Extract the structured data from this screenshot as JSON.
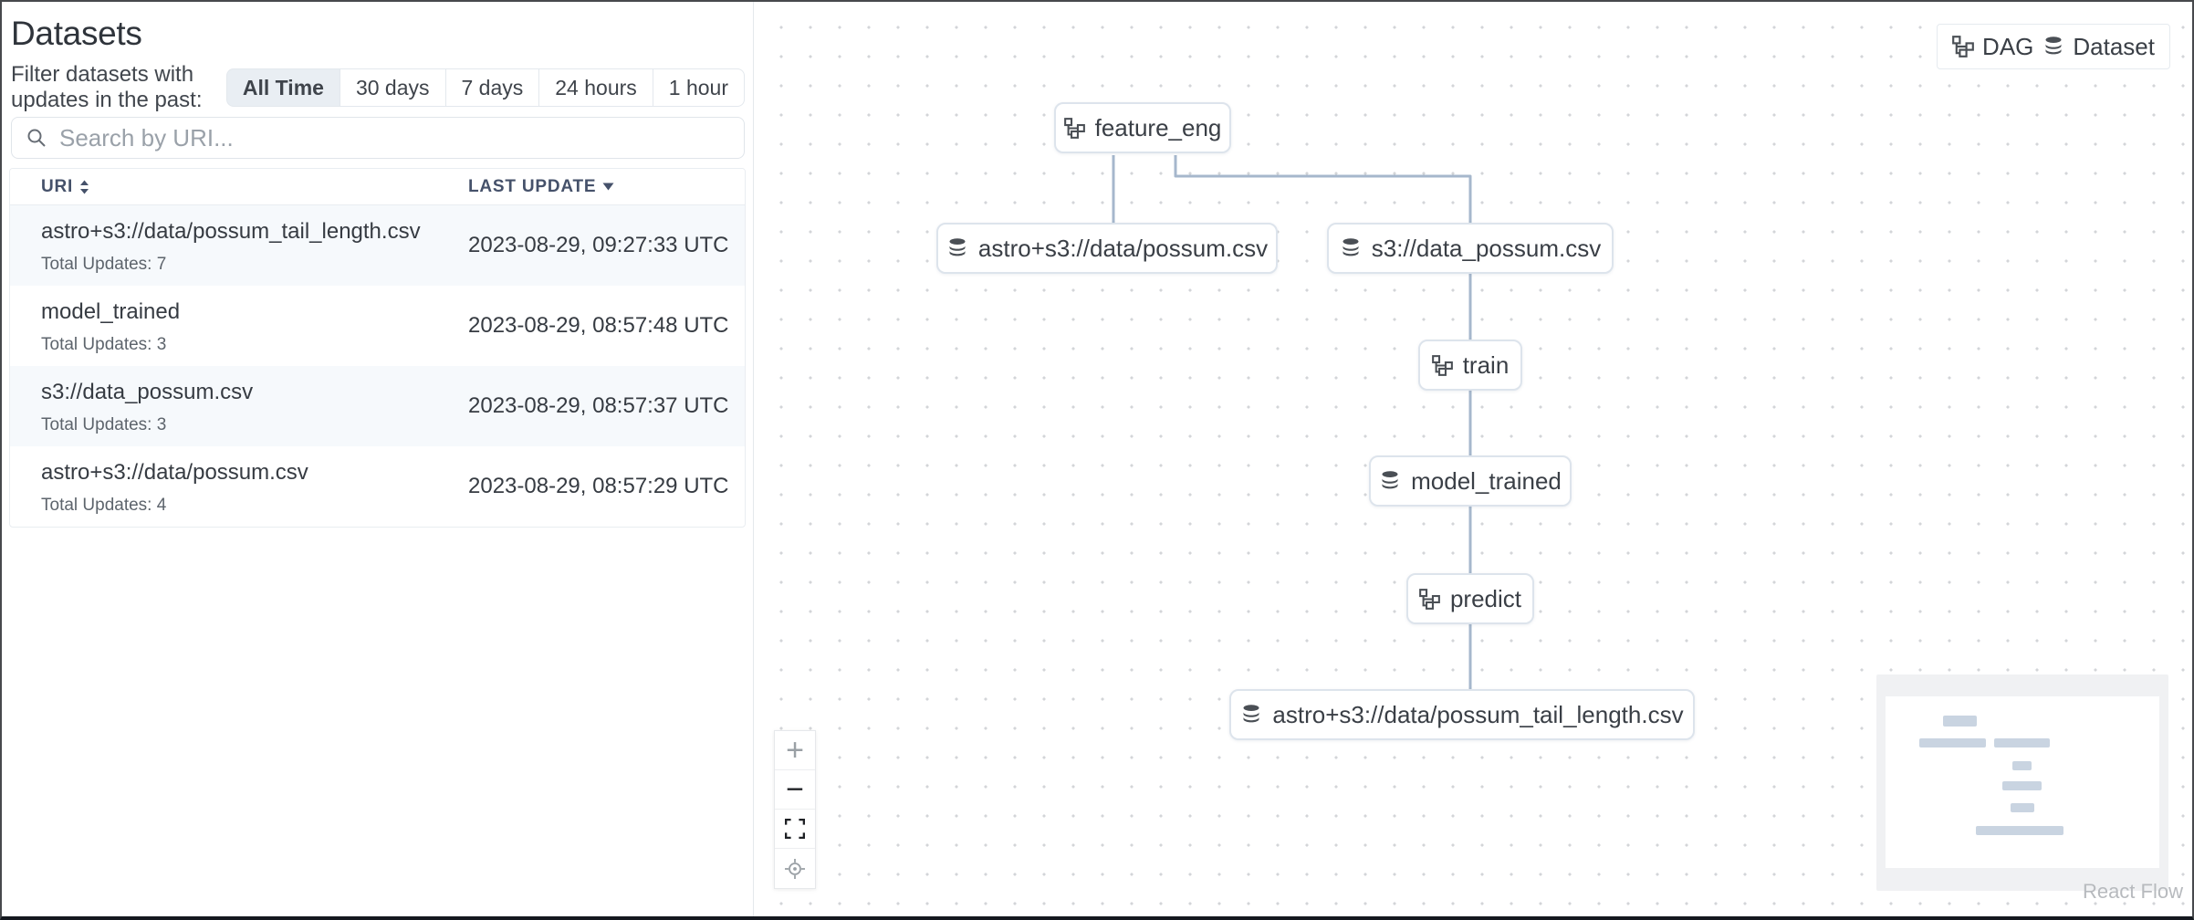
{
  "header": {
    "title": "Datasets"
  },
  "filter": {
    "label": "Filter datasets with updates in the past:",
    "options": [
      "All Time",
      "30 days",
      "7 days",
      "24 hours",
      "1 hour"
    ],
    "selected": "All Time"
  },
  "search": {
    "placeholder": "Search by URI..."
  },
  "table": {
    "columns": {
      "uri": "URI",
      "last_update": "LAST UPDATE"
    },
    "rows": [
      {
        "uri": "astro+s3://data/possum_tail_length.csv",
        "updates": "Total Updates: 7",
        "last_update": "2023-08-29, 09:27:33 UTC"
      },
      {
        "uri": "model_trained",
        "updates": "Total Updates: 3",
        "last_update": "2023-08-29, 08:57:48 UTC"
      },
      {
        "uri": "s3://data_possum.csv",
        "updates": "Total Updates: 3",
        "last_update": "2023-08-29, 08:57:37 UTC"
      },
      {
        "uri": "astro+s3://data/possum.csv",
        "updates": "Total Updates: 4",
        "last_update": "2023-08-29, 08:57:29 UTC"
      }
    ]
  },
  "legend": {
    "dag": "DAG",
    "dataset": "Dataset"
  },
  "graph": {
    "nodes": {
      "feature_eng": {
        "label": "feature_eng",
        "type": "dag"
      },
      "possum_csv": {
        "label": "astro+s3://data/possum.csv",
        "type": "dataset"
      },
      "s3_data_possum": {
        "label": "s3://data_possum.csv",
        "type": "dataset"
      },
      "train": {
        "label": "train",
        "type": "dag"
      },
      "model_trained": {
        "label": "model_trained",
        "type": "dataset"
      },
      "predict": {
        "label": "predict",
        "type": "dag"
      },
      "possum_tail_length": {
        "label": "astro+s3://data/possum_tail_length.csv",
        "type": "dataset"
      }
    },
    "attribution": "React Flow"
  },
  "colors": {
    "edge": "#a6b7cc",
    "node_border": "#dde4ec",
    "selected_filter_bg": "#e9eef3",
    "row_stripe": "#f6f9fc",
    "minimap_node": "#c9d4e1"
  }
}
